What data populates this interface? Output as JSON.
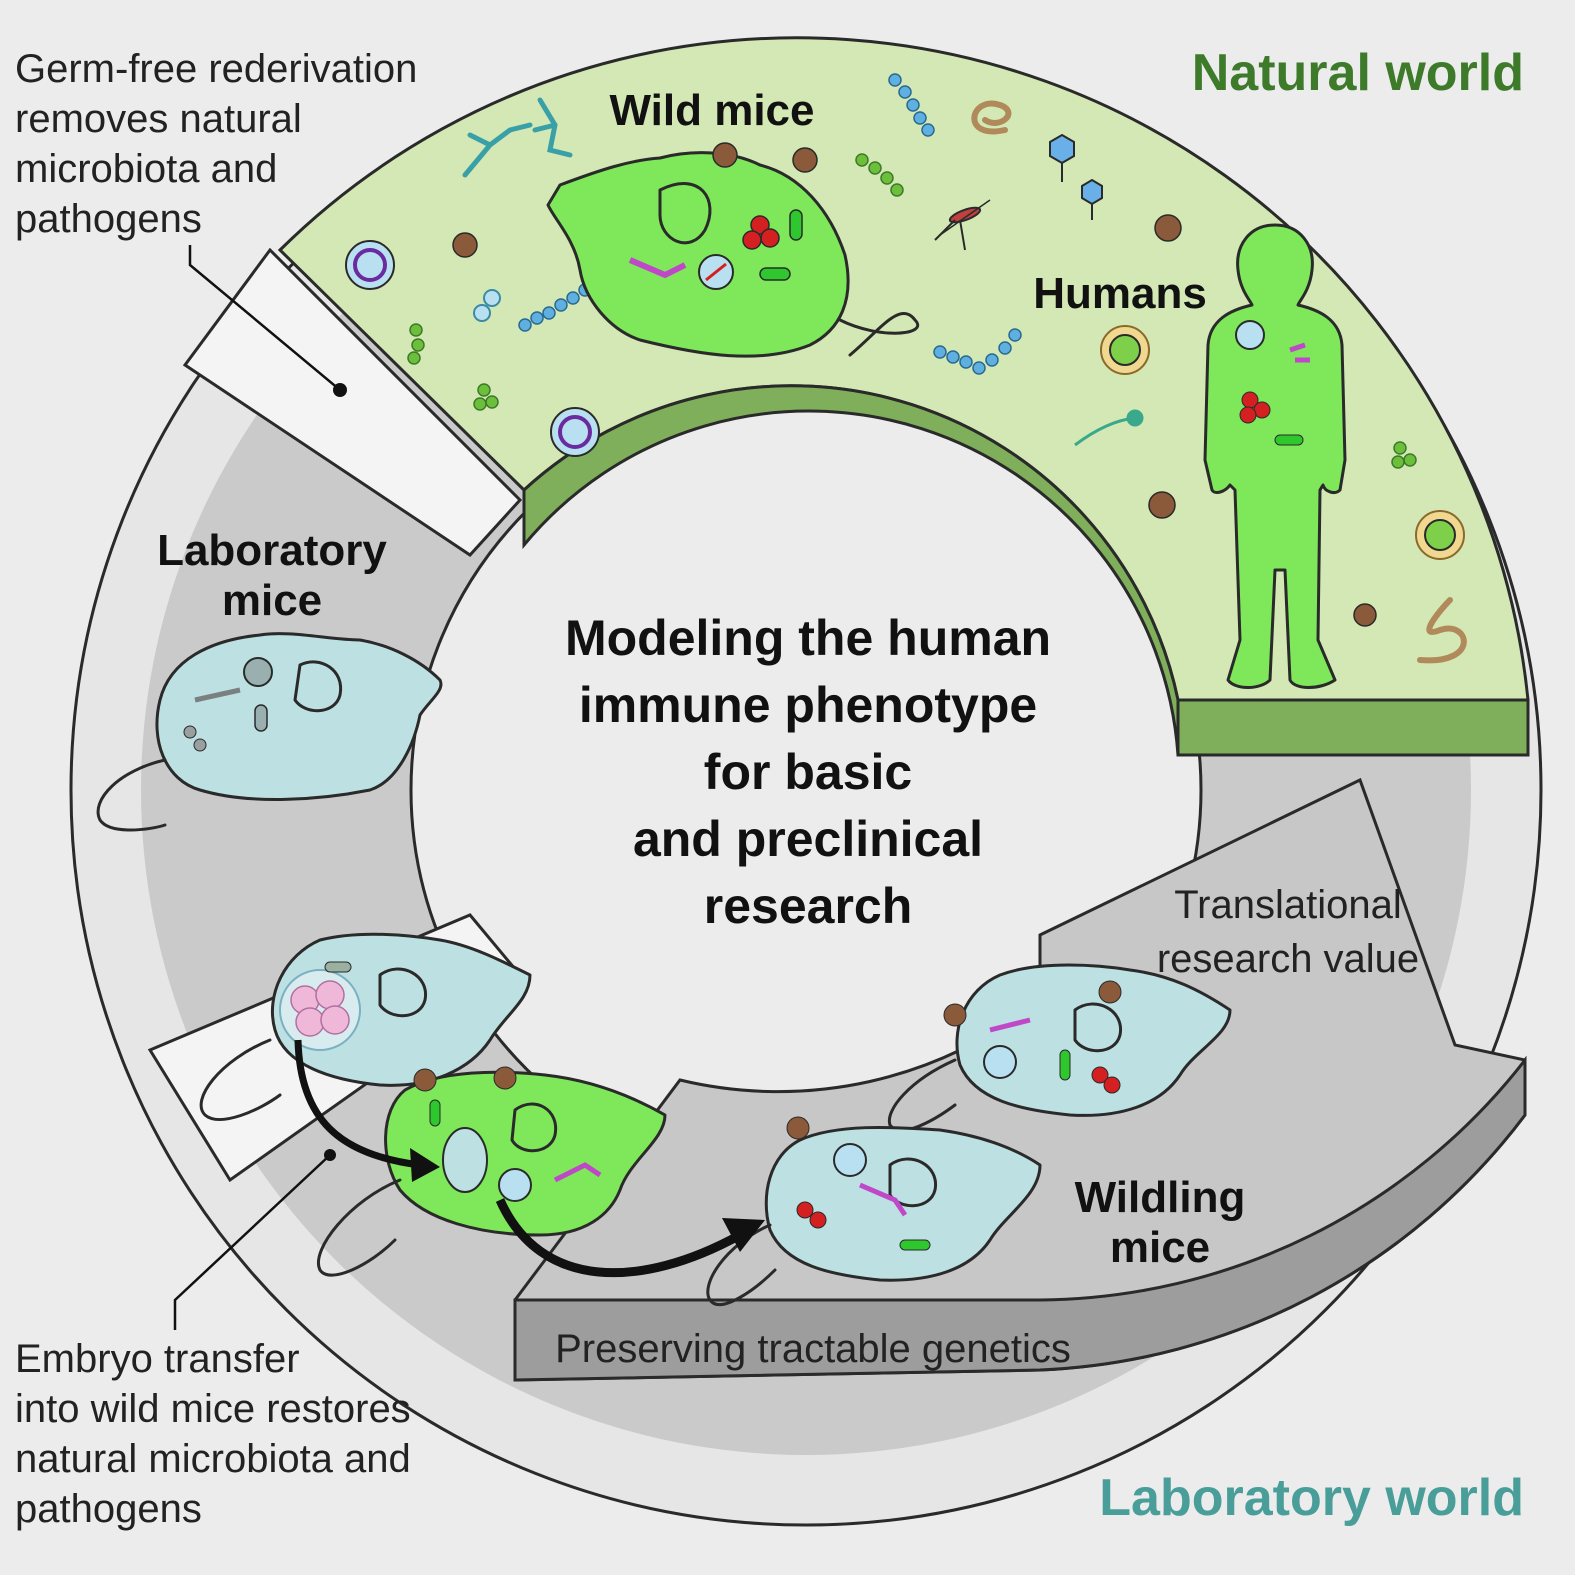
{
  "titles": {
    "natural_world": "Natural world",
    "laboratory_world": "Laboratory world"
  },
  "labels": {
    "wild_mice": "Wild mice",
    "humans": "Humans",
    "laboratory_mice_line1": "Laboratory",
    "laboratory_mice_line2": "mice",
    "wildling_mice_line1": "Wildling",
    "wildling_mice_line2": "mice"
  },
  "center_text": {
    "lines": [
      "Modeling the human",
      "immune phenotype",
      "for basic",
      "and preclinical",
      "research"
    ]
  },
  "notes": {
    "germ_free": [
      "Germ-free rederivation",
      "removes natural",
      "microbiota and",
      "pathogens"
    ],
    "embryo_transfer": [
      "Embryo transfer",
      "into wild mice restores",
      "natural microbiota and",
      "pathogens"
    ],
    "translational": [
      "Translational",
      "research value"
    ],
    "preserving": "Preserving tractable genetics"
  },
  "colors": {
    "natural_world": "#3d7a2a",
    "laboratory_world": "#4a9e9a",
    "natural_band": "#d3e8b4",
    "green_body": "#7ee85a",
    "lab_body": "#bde0e2",
    "ring_gray": "#c9c9c9"
  }
}
